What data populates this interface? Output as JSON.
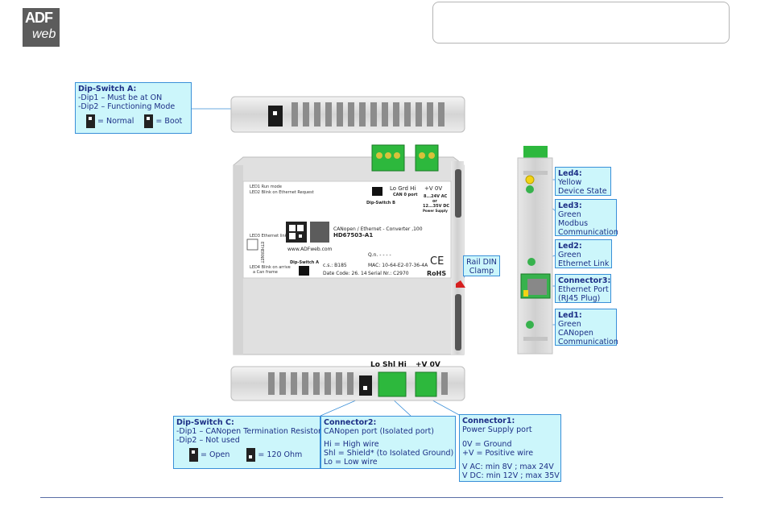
{
  "logo": {
    "line1": "ADF",
    "line2": "web"
  },
  "dip_a": {
    "title": "Dip-Switch A:",
    "l1": "-Dip1 – Must be at ON",
    "l2": "-Dip2 – Functioning Mode",
    "normal": "= Normal",
    "boot": "= Boot"
  },
  "dip_c": {
    "title": "Dip-Switch C:",
    "l1": "-Dip1 – CANopen Termination Resistor",
    "l2": "-Dip2 – Not used",
    "open": "= Open",
    "ohm": "= 120 Ohm"
  },
  "conn2": {
    "title": "Connector2:",
    "l1": "CANopen port (Isolated port)",
    "l2": "Hi = High wire",
    "l3": "Shl = Shield* (to Isolated Ground)",
    "l4": "Lo = Low wire"
  },
  "conn1": {
    "title": "Connector1:",
    "l1": "Power Supply port",
    "l2": "0V = Ground",
    "l3": "+V = Positive wire",
    "l4": "V AC: min 8V ; max 24V",
    "l5": "V DC: min 12V ; max 35V"
  },
  "rail": {
    "l1": "Rail DIN",
    "l2": "Clamp"
  },
  "led4": {
    "title": "Led4:",
    "l1": "Yellow",
    "l2": "Device State"
  },
  "led3": {
    "title": "Led3:",
    "l1": "Green",
    "l2": "Modbus",
    "l3": "Communication"
  },
  "led2": {
    "title": "Led2:",
    "l1": "Green",
    "l2": "Ethernet Link"
  },
  "conn3": {
    "title": "Connector3:",
    "l1": "Ethernet Port",
    "l2": "(RJ45 Plug)"
  },
  "led1": {
    "title": "Led1:",
    "l1": "Green",
    "l2": "CANopen",
    "l3": "Communication"
  },
  "bottom_labels": {
    "can": "Lo Shl Hi",
    "pwr": "+V 0V"
  },
  "device": {
    "top_port": "Lo  Grd  Hi",
    "top_pwr": "+V  0V",
    "can0": "CAN 0 port",
    "dipb": "Dip-Switch B",
    "pwr1": "8...24V AC",
    "pwr2": "or",
    "pwr3": "12...35V DC",
    "pwr4": "Power Supply",
    "led1": "LED1 Run mode",
    "led2": "LED2 Blink on Ethernet Request",
    "led3": "LED3 Ethernet link",
    "led4a": "LED4 Blink on arrive",
    "led4b": "a Can frame",
    "eth": "ETHERNET",
    "name1": "CANopen / Ethernet - Converter ,100",
    "name2": "HD67503-A1",
    "web": "www.ADFweb.com",
    "qn": "Q.n.   - - - -",
    "dipa": "Dip-Switch A",
    "cs": "c.s.: B185",
    "date": "Date Code: 26. 14",
    "mac": "MAC: 10-64-E2-07-36-4A",
    "serial": "Serial Nr.: C2970",
    "rohs": "RoHS",
    "ce": "CE"
  }
}
